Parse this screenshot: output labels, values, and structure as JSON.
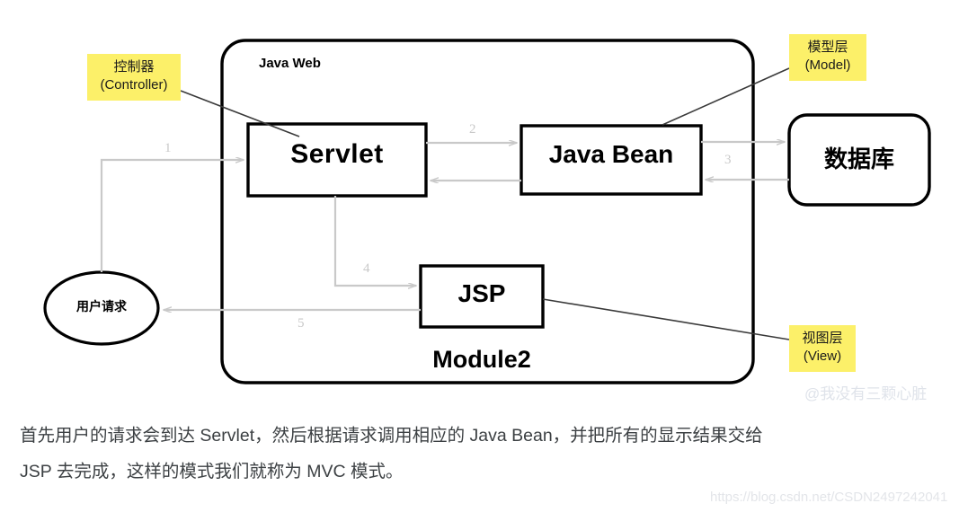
{
  "diagram": {
    "container_title": "Java Web",
    "module_label": "Module2",
    "nodes": {
      "user_request": "用户请求",
      "servlet": "Servlet",
      "java_bean": "Java Bean",
      "database": "数据库",
      "jsp": "JSP"
    },
    "callouts": [
      {
        "id": "controller",
        "line1": "控制器",
        "line2": "(Controller)"
      },
      {
        "id": "model",
        "line1": "模型层",
        "line2": "(Model)"
      },
      {
        "id": "view",
        "line1": "视图层",
        "line2": "(View)"
      }
    ],
    "arrow_numbers": {
      "one": "1",
      "two": "2",
      "three": "3",
      "four": "4",
      "five": "5"
    },
    "colors": {
      "callout_fill": "#fcf069",
      "arrow_gray": "#c9c9c9",
      "node_border": "#000000",
      "caption_text": "#3c4043",
      "watermark": "#dfe3ea"
    }
  },
  "caption": {
    "line1": "首先用户的请求会到达 Servlet，然后根据请求调用相应的 Java Bean，并把所有的显示结果交给",
    "line2": "JSP 去完成，这样的模式我们就称为 MVC 模式。"
  },
  "watermarks": {
    "handle": "@我没有三颗心脏",
    "url": "https://blog.csdn.net/CSDN2497242041"
  }
}
